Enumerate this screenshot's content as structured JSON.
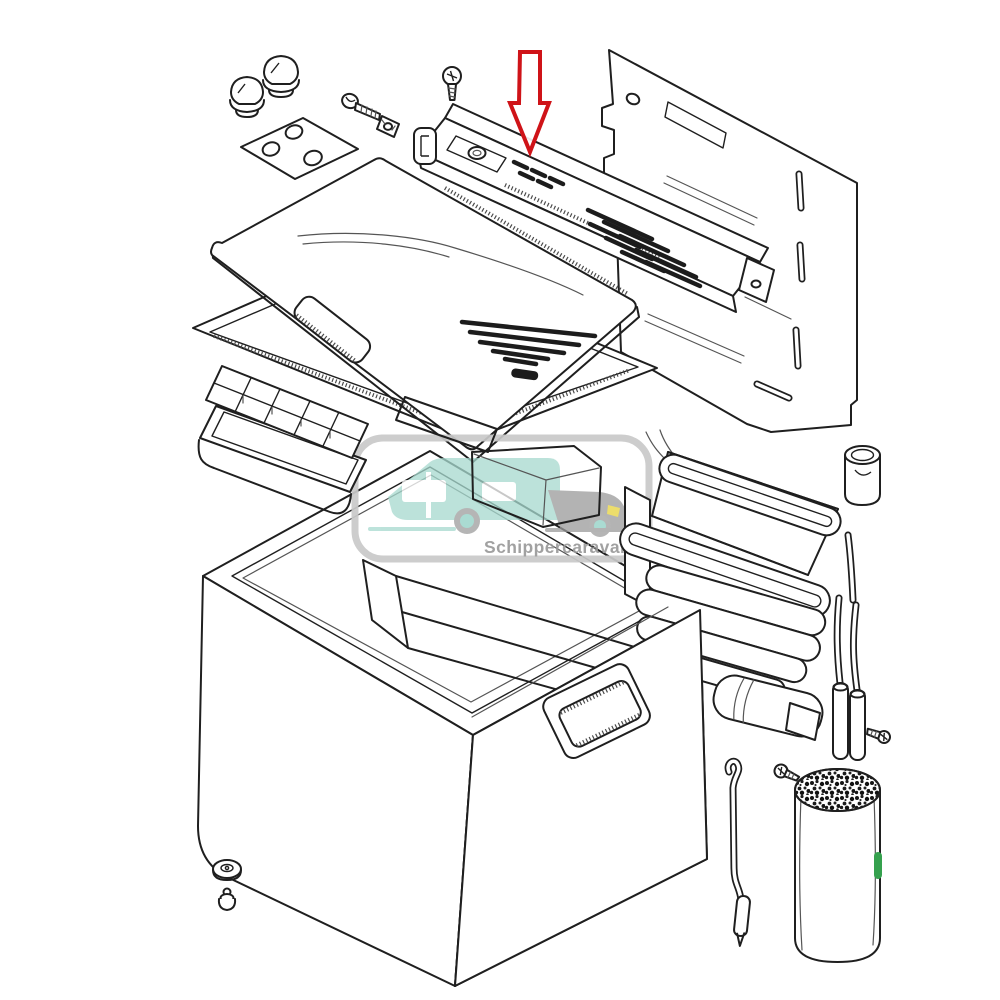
{
  "artwork": {
    "line_color": "#1f1f1f",
    "background_color": "#ffffff"
  },
  "annotations": {
    "pointer_arrow_color": "#cf1318",
    "pointer_arrow_fill": "#ffffff",
    "highlight_mark_color": "#35a14e"
  },
  "watermark": {
    "text": "Schippercaravans.nl",
    "text_color": "#9a9a9a",
    "frame_color": "#c9c9c9",
    "caravan_body_color": "#a7dacf",
    "tow_car_color": "#9c9c9c",
    "wheel_rim_color": "#9e9e9e",
    "wheel_hub_color": "#8fd0c4",
    "marker_light_color": "#e6d23e",
    "ground_line_color": "#a7dacf"
  },
  "parts": [
    {
      "name": "control-knob"
    },
    {
      "name": "control-knob"
    },
    {
      "name": "mounting-plate"
    },
    {
      "name": "bolt"
    },
    {
      "name": "square-nut"
    },
    {
      "name": "screw"
    },
    {
      "name": "vent-control-cover"
    },
    {
      "name": "vent-cover-end-cap"
    },
    {
      "name": "rear-mounting-panel"
    },
    {
      "name": "cabinet-lid"
    },
    {
      "name": "lid-seal-frame"
    },
    {
      "name": "ice-cube-tray"
    },
    {
      "name": "ice-tray-tub"
    },
    {
      "name": "foam-gasket-small"
    },
    {
      "name": "foam-gasket-large"
    },
    {
      "name": "cooler-cabinet"
    },
    {
      "name": "carry-handle"
    },
    {
      "name": "foot-grommet"
    },
    {
      "name": "foot-grommet-small"
    },
    {
      "name": "cooling-unit"
    },
    {
      "name": "condenser-fin-block"
    },
    {
      "name": "cooling-coil"
    },
    {
      "name": "pipe-sleeve"
    },
    {
      "name": "wire-clip"
    },
    {
      "name": "screw"
    },
    {
      "name": "screw"
    },
    {
      "name": "filter-cartridge"
    }
  ]
}
